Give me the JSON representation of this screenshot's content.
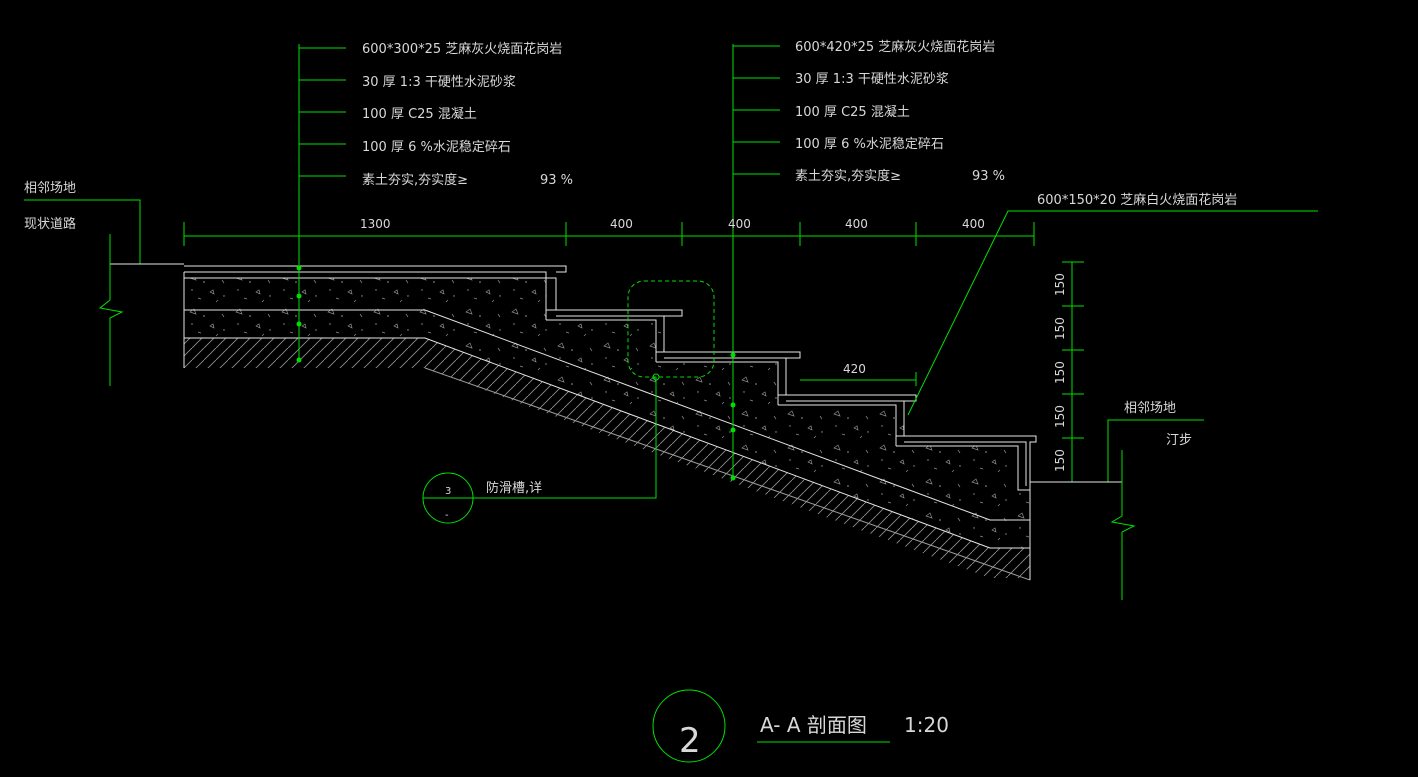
{
  "colors": {
    "background": "#000000",
    "leader": "#00e000",
    "text": "#d8d8d8",
    "outline": "#e6e6e6"
  },
  "callouts": {
    "left": [
      "600*300*25    芝麻灰火烧面花岗岩",
      "30 厚 1:3   干硬性水泥砂浆",
      "100  厚  C25 混凝土",
      "100  厚  6 %水泥稳定碎石",
      "素土夯实,夯实度≥"
    ],
    "left_percent": "93 %",
    "right": [
      "600*420*25   芝麻灰火烧面花岗岩",
      "30 厚 1:3   干硬性水泥砂浆",
      "100  厚  C25 混凝土",
      "100  厚  6 %水泥稳定碎石",
      "素土夯实,夯实度≥"
    ],
    "right_percent": "93 %",
    "step_finish": "600*150*20    芝麻白火烧面花岗岩"
  },
  "left_site": {
    "line1": "相邻场地",
    "line2": "现状道路"
  },
  "right_site": {
    "line1": "相邻场地",
    "line2": "汀步"
  },
  "dimensions": {
    "top": [
      "1300",
      "400",
      "400",
      "400",
      "400"
    ],
    "tread": "420",
    "risers": [
      "150",
      "150",
      "150",
      "150",
      "150"
    ]
  },
  "detail_ref": {
    "number": "3",
    "sheet": "-",
    "label": "防滑槽,详"
  },
  "title": {
    "number": "2",
    "name": "A- A 剖面图",
    "scale": "1:20"
  }
}
